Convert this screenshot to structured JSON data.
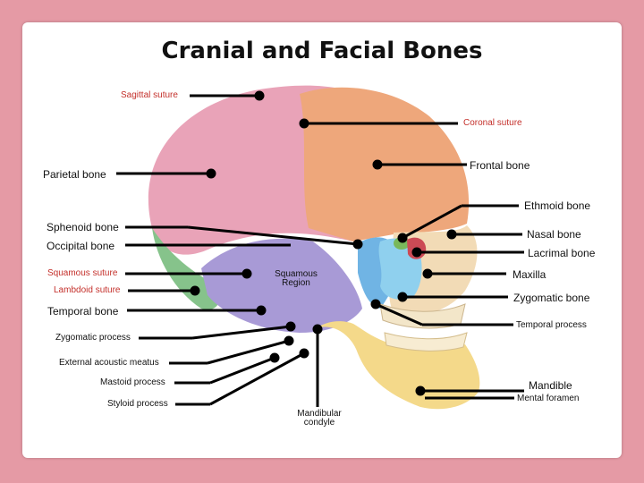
{
  "title": "Cranial and Facial Bones",
  "labels": {
    "sagittal_suture": "Sagittal suture",
    "coronal_suture": "Coronal suture",
    "frontal_bone": "Frontal bone",
    "parietal_bone": "Parietal bone",
    "ethmoid_bone": "Ethmoid bone",
    "sphenoid_bone": "Sphenoid bone",
    "nasal_bone": "Nasal bone",
    "occipital_bone": "Occipital bone",
    "lacrimal_bone": "Lacrimal bone",
    "squamous_suture": "Squamous suture",
    "squamous_region_line1": "Squamous",
    "squamous_region_line2": "Region",
    "maxilla": "Maxilla",
    "lambdoid_suture": "Lambdoid suture",
    "zygomatic_bone": "Zygomatic bone",
    "temporal_bone": "Temporal bone",
    "temporal_process": "Temporal process",
    "zygomatic_process": "Zygomatic process",
    "external_acoustic_meatus": "External acoustic meatus",
    "mastoid_process": "Mastoid process",
    "mandible": "Mandible",
    "mental_foramen": "Mental foramen",
    "styloid_process": "Styloid process",
    "mandibular_condyle_line1": "Mandibular",
    "mandibular_condyle_line2": "condyle"
  },
  "colors": {
    "background": "#e59aa5",
    "parietal": "#e9a3b8",
    "frontal": "#eea77b",
    "occipital": "#86c38b",
    "sphenoid": "#70b4e4",
    "temporal": "#a89ad6",
    "mandible": "#f4d98a",
    "face": "#f2dbb6",
    "ethmoid": "#79b85c",
    "lacrimal": "#cc4a55",
    "nasal_maxilla": "#8fd0ee",
    "label_red": "#c4302b"
  }
}
